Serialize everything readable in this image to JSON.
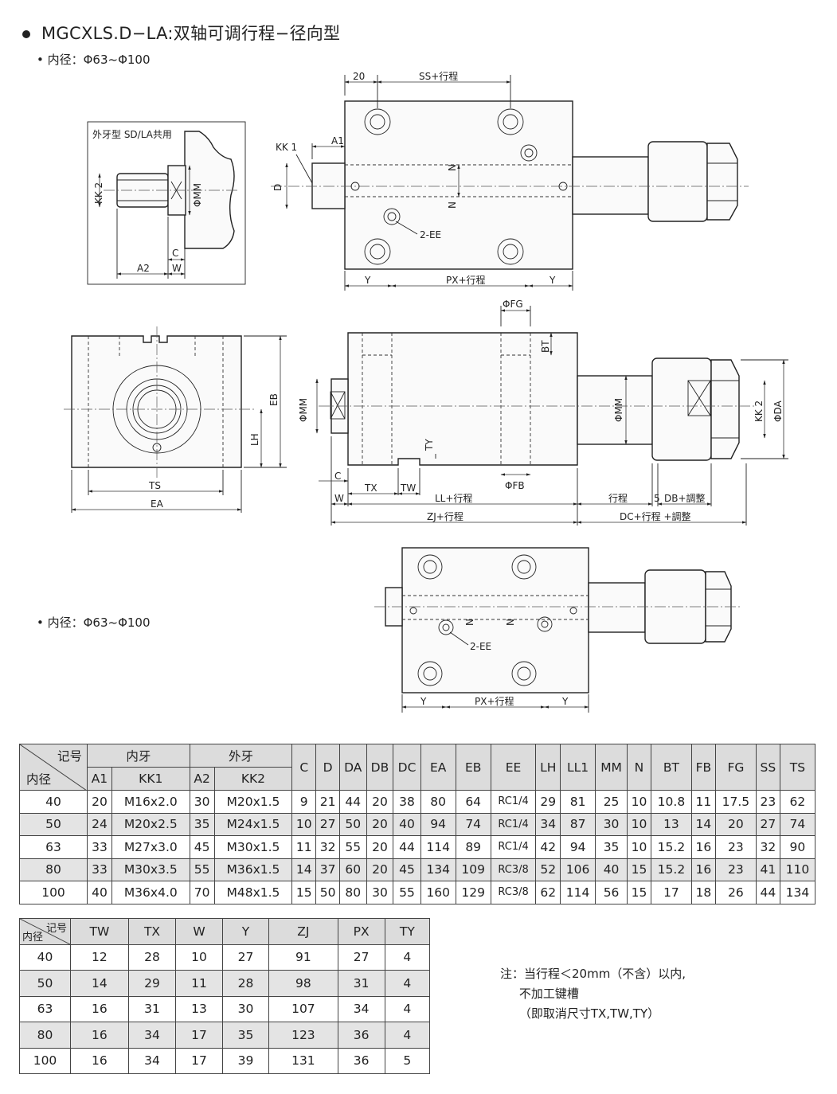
{
  "title": "MGCXLS.D−LA:双轴可调行程−径向型",
  "bore_range_1": "• 内径：Φ63~Φ100",
  "bore_range_2": "• 内径：Φ63~Φ100",
  "labels": {
    "ext_thread": "外牙型 SD/LA共用",
    "kk2": "KK 2",
    "mm": "ΦMM",
    "c": "C",
    "a2": "A2",
    "w": "W",
    "d20": "20",
    "ss": "SS+行程",
    "kk1": "KK 1",
    "a1": "A1",
    "d": "D",
    "n": "N",
    "ee": "2-EE",
    "y": "Y",
    "px": "PX+行程",
    "fg": "ΦFG",
    "bt": "BT",
    "eb": "EB",
    "lh": "LH",
    "ts": "TS",
    "ea": "EA",
    "ty": "TY",
    "tx": "TX",
    "tw": "TW",
    "fb": "ΦFB",
    "ll": "LL+行程",
    "stroke": "行程",
    "five": "5",
    "db": "DB+調整",
    "zj": "ZJ+行程",
    "dc": "DC+行程 +調整",
    "da": "ΦDA"
  },
  "table1": {
    "corner_top": "记号",
    "corner_bottom": "内径",
    "group_inner": "内牙",
    "group_outer": "外牙",
    "sub_headers": [
      "A1",
      "KK1",
      "A2",
      "KK2"
    ],
    "headers": [
      "C",
      "D",
      "DA",
      "DB",
      "DC",
      "EA",
      "EB",
      "EE",
      "LH",
      "LL1",
      "MM",
      "N",
      "BT",
      "FB",
      "FG",
      "SS",
      "TS"
    ],
    "rows": [
      [
        "40",
        "20",
        "M16x2.0",
        "30",
        "M20x1.5",
        "9",
        "21",
        "44",
        "20",
        "38",
        "80",
        "64",
        "RC1/4",
        "29",
        "81",
        "25",
        "10",
        "10.8",
        "11",
        "17.5",
        "23",
        "62"
      ],
      [
        "50",
        "24",
        "M20x2.5",
        "35",
        "M24x1.5",
        "10",
        "27",
        "50",
        "20",
        "40",
        "94",
        "74",
        "RC1/4",
        "34",
        "87",
        "30",
        "10",
        "13",
        "14",
        "20",
        "27",
        "74"
      ],
      [
        "63",
        "33",
        "M27x3.0",
        "45",
        "M30x1.5",
        "11",
        "32",
        "55",
        "20",
        "44",
        "114",
        "89",
        "RC1/4",
        "42",
        "94",
        "35",
        "10",
        "15.2",
        "16",
        "23",
        "32",
        "90"
      ],
      [
        "80",
        "33",
        "M30x3.5",
        "55",
        "M36x1.5",
        "14",
        "37",
        "60",
        "20",
        "45",
        "134",
        "109",
        "RC3/8",
        "52",
        "106",
        "40",
        "15",
        "15.2",
        "16",
        "23",
        "41",
        "110"
      ],
      [
        "100",
        "40",
        "M36x4.0",
        "70",
        "M48x1.5",
        "15",
        "50",
        "80",
        "30",
        "55",
        "160",
        "129",
        "RC3/8",
        "62",
        "114",
        "56",
        "15",
        "17",
        "18",
        "26",
        "44",
        "134"
      ]
    ]
  },
  "table2": {
    "corner_top": "记号",
    "corner_bottom": "内径",
    "headers": [
      "TW",
      "TX",
      "W",
      "Y",
      "ZJ",
      "PX",
      "TY"
    ],
    "rows": [
      [
        "40",
        "12",
        "28",
        "10",
        "27",
        "91",
        "27",
        "4"
      ],
      [
        "50",
        "14",
        "29",
        "11",
        "28",
        "98",
        "31",
        "4"
      ],
      [
        "63",
        "16",
        "31",
        "13",
        "30",
        "107",
        "34",
        "4"
      ],
      [
        "80",
        "16",
        "34",
        "17",
        "35",
        "123",
        "36",
        "4"
      ],
      [
        "100",
        "16",
        "34",
        "17",
        "39",
        "131",
        "36",
        "5"
      ]
    ]
  },
  "note": {
    "line1": "注：当行程＜20mm（不含）以内,",
    "line2": "     不加工键槽",
    "line3": "     （即取消尺寸TX,TW,TY）"
  }
}
